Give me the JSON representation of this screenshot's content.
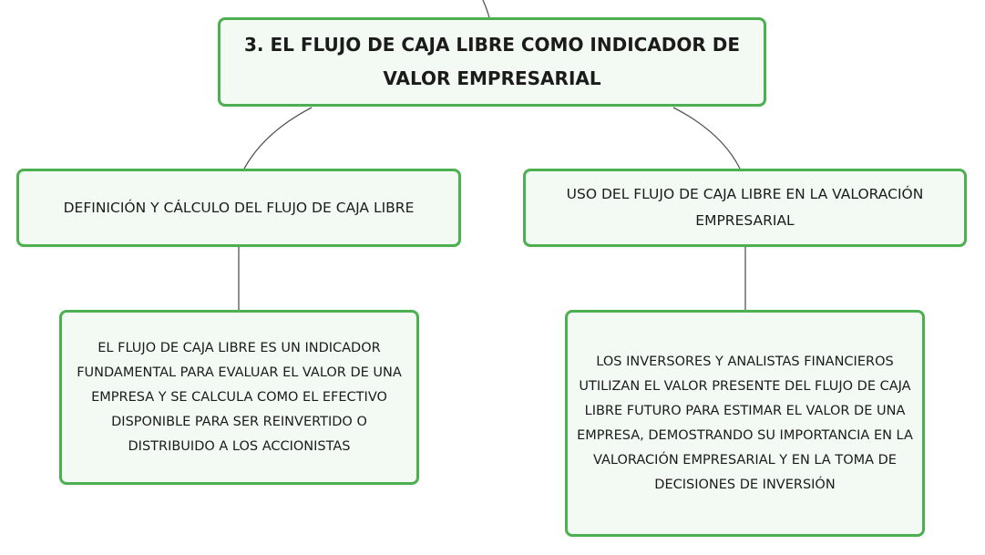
{
  "root": {
    "title": "3. EL FLUJO DE CAJA LIBRE COMO INDICADOR DE VALOR EMPRESARIAL"
  },
  "branches": [
    {
      "title": "DEFINICIÓN Y CÁLCULO DEL FLUJO DE CAJA LIBRE",
      "detail": "EL FLUJO DE CAJA LIBRE ES UN INDICADOR FUNDAMENTAL PARA EVALUAR EL VALOR DE UNA EMPRESA Y SE CALCULA COMO EL EFECTIVO DISPONIBLE PARA SER REINVERTIDO O DISTRIBUIDO A LOS ACCIONISTAS"
    },
    {
      "title": "USO DEL FLUJO DE CAJA LIBRE EN LA VALORACIÓN EMPRESARIAL",
      "detail": "LOS INVERSORES Y ANALISTAS FINANCIEROS UTILIZAN EL VALOR PRESENTE DEL FLUJO DE CAJA LIBRE FUTURO PARA ESTIMAR EL VALOR DE UNA EMPRESA, DEMOSTRANDO SU IMPORTANCIA EN LA VALORACIÓN EMPRESARIAL Y EN LA TOMA DE DECISIONES DE INVERSIÓN"
    }
  ],
  "colors": {
    "node_border": "#4caf50",
    "node_fill": "#f2faf3",
    "connector": "#555555",
    "text": "#1b1b1b"
  }
}
